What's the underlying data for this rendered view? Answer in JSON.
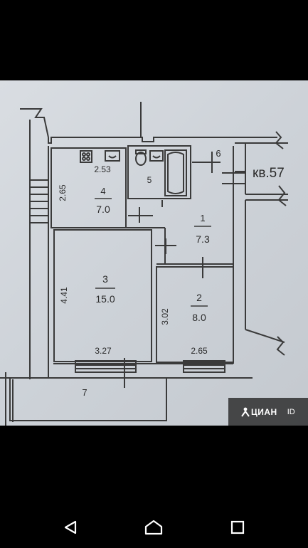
{
  "plan": {
    "apartment_label": "кв.57",
    "rooms": [
      {
        "id": "1",
        "area": "7.3"
      },
      {
        "id": "2",
        "area": "8.0"
      },
      {
        "id": "3",
        "area": "15.0"
      },
      {
        "id": "4",
        "area": "7.0"
      },
      {
        "id": "5"
      },
      {
        "id": "6"
      },
      {
        "id": "7"
      }
    ],
    "dimensions": {
      "d_253": "2.53",
      "d_265_left": "2.65",
      "d_441": "4.41",
      "d_327": "3.27",
      "d_302": "3.02",
      "d_265_bottom": "2.65"
    }
  },
  "watermark": {
    "brand": "ЦИАН",
    "id_label": "ID"
  },
  "navbar": {
    "back": "back-triangle",
    "home": "home-outline",
    "recents": "square-outline"
  }
}
